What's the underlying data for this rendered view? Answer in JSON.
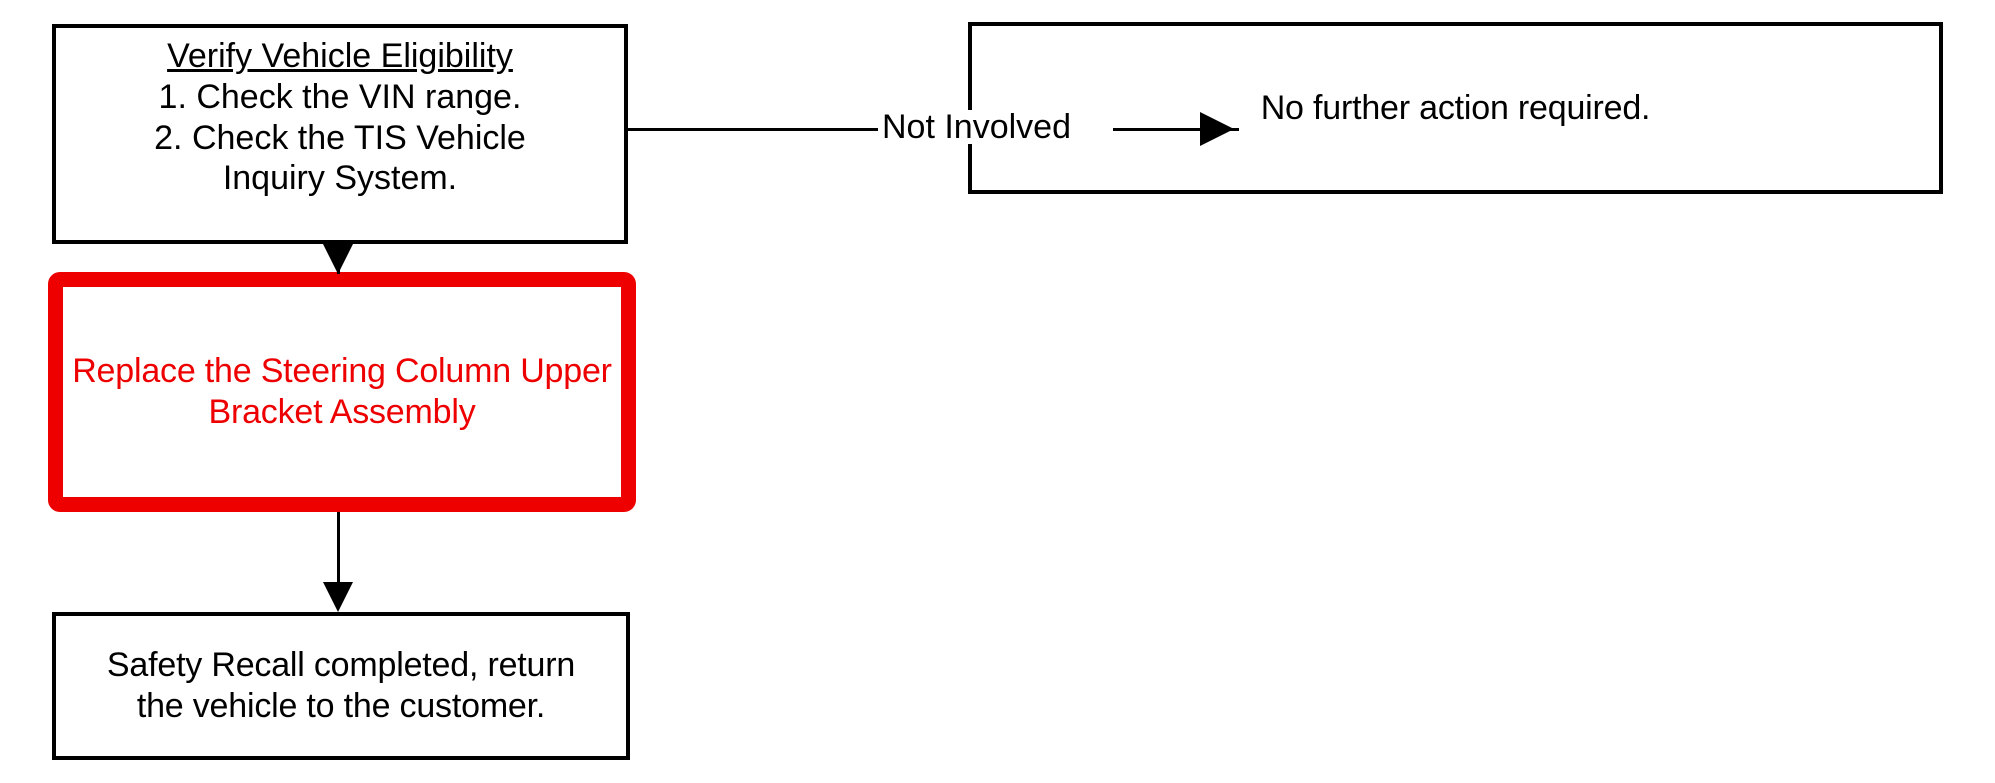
{
  "diagram": {
    "title": "Safety Recall Vehicle Eligibility Flowchart",
    "type": "flowchart",
    "colors": {
      "background": "#ffffff",
      "node_border": "#000000",
      "node_text": "#000000",
      "highlight_border": "#ee0000",
      "highlight_text": "#ee0000",
      "connector": "#000000"
    },
    "nodes": [
      {
        "id": "verify",
        "name": "verify-vehicle-eligibility",
        "title": "Verify Vehicle Eligibility",
        "title_underlined": true,
        "steps": "1. Check the VIN range.\n2. Check the TIS Vehicle\nInquiry System.",
        "style": "black-rectangle"
      },
      {
        "id": "no-action",
        "name": "no-further-action",
        "text": "No further action required.",
        "style": "black-rectangle"
      },
      {
        "id": "replace",
        "name": "replace-steering-column-upper-bracket-assembly",
        "text": "Replace the Steering Column Upper\nBracket Assembly",
        "style": "red-rounded-rectangle"
      },
      {
        "id": "complete",
        "name": "safety-recall-completed",
        "text": "Safety Recall completed, return\nthe vehicle to the customer.",
        "style": "black-rectangle"
      }
    ],
    "edges": [
      {
        "id": "verify-to-replace",
        "name": "edge-verify-to-replace",
        "from": "verify",
        "to": "replace",
        "label": "",
        "direction": "down"
      },
      {
        "id": "verify-to-no-action",
        "name": "edge-verify-to-no-action",
        "from": "verify",
        "to": "no-action",
        "label": "Not Involved",
        "direction": "right"
      },
      {
        "id": "replace-to-complete",
        "name": "edge-replace-to-complete",
        "from": "replace",
        "to": "complete",
        "label": "",
        "direction": "down"
      }
    ]
  }
}
